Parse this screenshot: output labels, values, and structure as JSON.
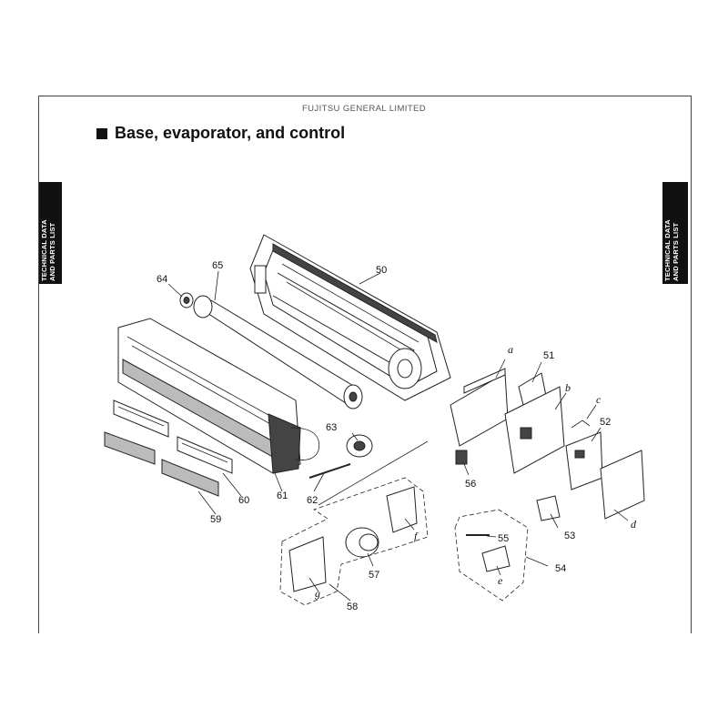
{
  "header": {
    "company": "FUJITSU GENERAL LIMITED"
  },
  "section": {
    "title": "Base, evaporator, and control"
  },
  "side_tabs": {
    "left": [
      "TECHNICAL DATA",
      "AND PARTS LIST"
    ],
    "right": [
      "TECHNICAL DATA",
      "AND PARTS LIST"
    ]
  },
  "callouts": {
    "c50": "50",
    "c51": "51",
    "c52": "52",
    "c53": "53",
    "c54": "54",
    "c55": "55",
    "c56": "56",
    "c57": "57",
    "c58": "58",
    "c59": "59",
    "c60": "60",
    "c61": "61",
    "c62": "62",
    "c63": "63",
    "c64": "64",
    "c65": "65",
    "ca": "a",
    "cb": "b",
    "cc": "c",
    "cd": "d",
    "ce": "e",
    "cf": "f",
    "cg": "g"
  }
}
